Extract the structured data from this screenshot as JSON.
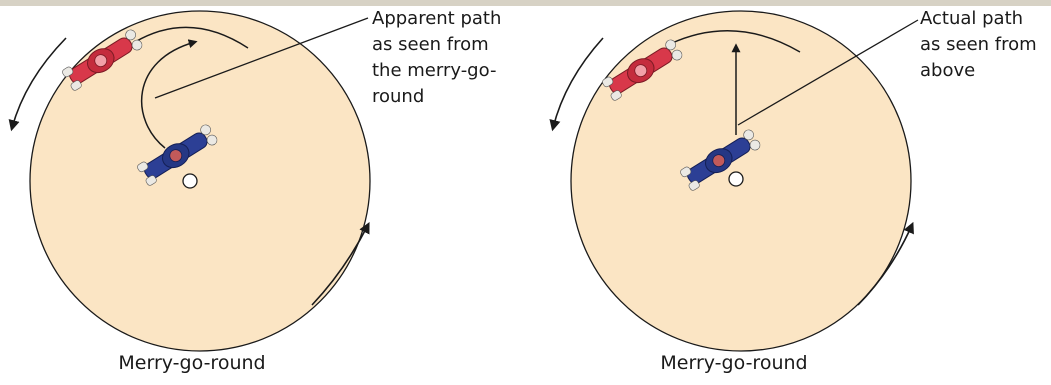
{
  "colors": {
    "background": "#ffffff",
    "top_band": "#d7d2c5",
    "disc_fill": "#fbe5c4",
    "disc_stroke": "#1a1a1a",
    "arrow": "#1a1a1a",
    "red_rider": "#d8384a",
    "blue_rider": "#2c3f95",
    "text": "#1a1a1a"
  },
  "panels": [
    {
      "callout": "Apparent path\nas seen from\nthe merry-go-\nround",
      "path_type": "curved",
      "caption": "Merry-go-round"
    },
    {
      "callout": "Actual path\nas seen from\nabove",
      "path_type": "straight",
      "caption": "Merry-go-round"
    }
  ],
  "icons": {
    "rotation": "curved-arrow-icon",
    "pivot": "center-pivot-icon",
    "rider_thrower": "red-rider-icon",
    "rider_catcher": "blue-rider-icon"
  }
}
